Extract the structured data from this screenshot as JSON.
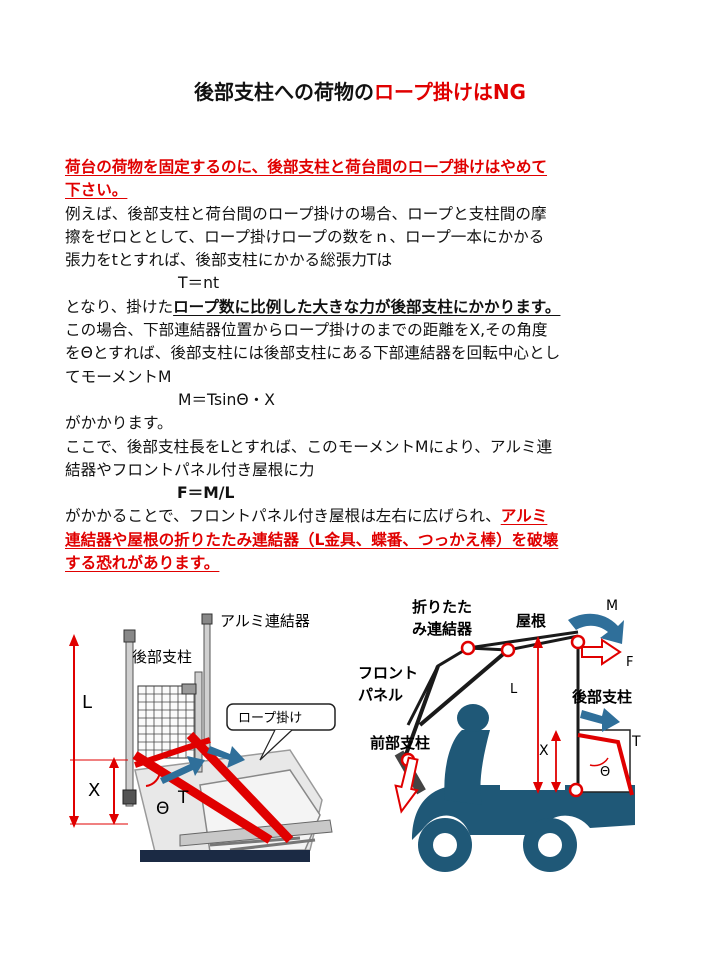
{
  "title": {
    "black": "後部支柱への荷物の",
    "red": "ロープ掛けはNG"
  },
  "paragraphs": {
    "warning_1": "荷台の荷物を固定するのに、後部支柱と荷台間のロープ掛けはやめて",
    "warning_2": "下さい。",
    "p1_1": "例えば、後部支柱と荷台間のロープ掛けの場合、ロープと支柱間の摩",
    "p1_2": "擦をゼロととして、ロープ掛けロープの数をｎ、ロープ一本にかかる",
    "p1_3": "張力をtとすれば、後部支柱にかかる総張力Tは",
    "eq1": "T＝nt",
    "p2_plain": "となり、掛けた",
    "p2_bold": "ロープ数に比例した大きな力が後部支柱にかかります。",
    "p3_1": "この場合、下部連結器位置からロープ掛けのまでの距離をX,その角度",
    "p3_2": "をΘとすれば、後部支柱には後部支柱にある下部連結器を回転中心とし",
    "p3_3": "てモーメントM",
    "eq2": "M＝TsinΘ・X",
    "p4": "がかかります。",
    "p5_1": "ここで、後部支柱長をLとすれば、このモーメントMにより、アルミ連",
    "p5_2": "結器やフロントパネル付き屋根に力",
    "eq3": "F＝M/L",
    "p6_plain": "がかかることで、フロントパネル付き屋根は左右に広げられ、",
    "p6_red1": "アルミ",
    "p6_red2": "連結器や屋根の折りたたみ連結器（L金具、蝶番、つっかえ棒）を破壊",
    "p6_red3": "する恐れがあります。"
  },
  "figure_photo": {
    "label_aluminum": "アルミ連結器",
    "label_rear_post": "後部支柱",
    "label_rope": "ロープ掛け",
    "label_L": "L",
    "label_X": "X",
    "label_T": "T",
    "label_theta": "Θ"
  },
  "figure_diagram": {
    "label_folding_1": "折りたた",
    "label_folding_2": "み連結器",
    "label_roof": "屋根",
    "label_M": "M",
    "label_F": "F",
    "label_front_1": "フロント",
    "label_front_2": "パネル",
    "label_L": "L",
    "label_rear_post": "後部支柱",
    "label_front_post": "前部支柱",
    "label_X": "X",
    "label_T": "T",
    "label_theta": "Θ"
  },
  "colors": {
    "accent_red": "#e00000",
    "arrow_blue": "#2f6f9a",
    "vehicle_blue": "#1f5877"
  }
}
